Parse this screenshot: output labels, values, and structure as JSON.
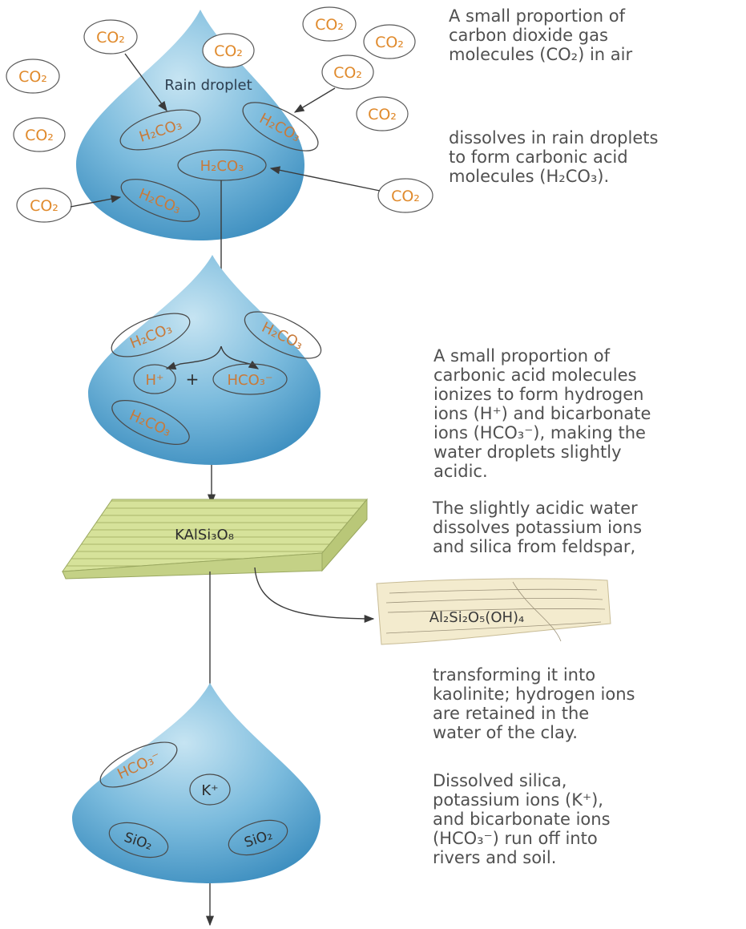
{
  "labels": {
    "rain_droplet": "Rain droplet",
    "co2": "CO₂",
    "h2co3": "H₂CO₃",
    "h_plus": "H⁺",
    "plus": "+",
    "hco3_minus": "HCO₃⁻",
    "feldspar": "KAlSi₃O₈",
    "kaolinite": "Al₂Si₂O₅(OH)₄",
    "k_plus": "K⁺",
    "sio2": "SiO₂"
  },
  "captions": {
    "co2_in_air": "A small proportion of\ncarbon dioxide gas\nmolecules (CO₂) in air",
    "dissolves": "dissolves in rain droplets\nto form carbonic acid\nmolecules (H₂CO₃).",
    "ionizes": "A small proportion of\ncarbonic acid molecules\nionizes to form hydrogen\nions (H⁺) and bicarbonate\nions (HCO₃⁻), making the\nwater droplets slightly\nacidic.",
    "feldspar_dissolve": "The slightly acidic water\ndissolves potassium ions\nand silica from feldspar,",
    "kaolinite_transform": "transforming it into\nkaolinite; hydrogen ions\nare retained in the\nwater of the clay.",
    "runoff": "Dissolved silica,\npotassium ions (K⁺),\nand bicarbonate ions\n(HCO₃⁻) run off into\nrivers and soil."
  },
  "colors": {
    "droplet_light": "#c6e4f2",
    "droplet_dark": "#3e8fc0",
    "co2_text": "#e08a2c",
    "molecule_text": "#c87a3a",
    "feldspar_fill": "#d6e29a",
    "kaolinite_fill": "#f3ebce",
    "caption_text": "#505050"
  },
  "scanned_text": "…"
}
